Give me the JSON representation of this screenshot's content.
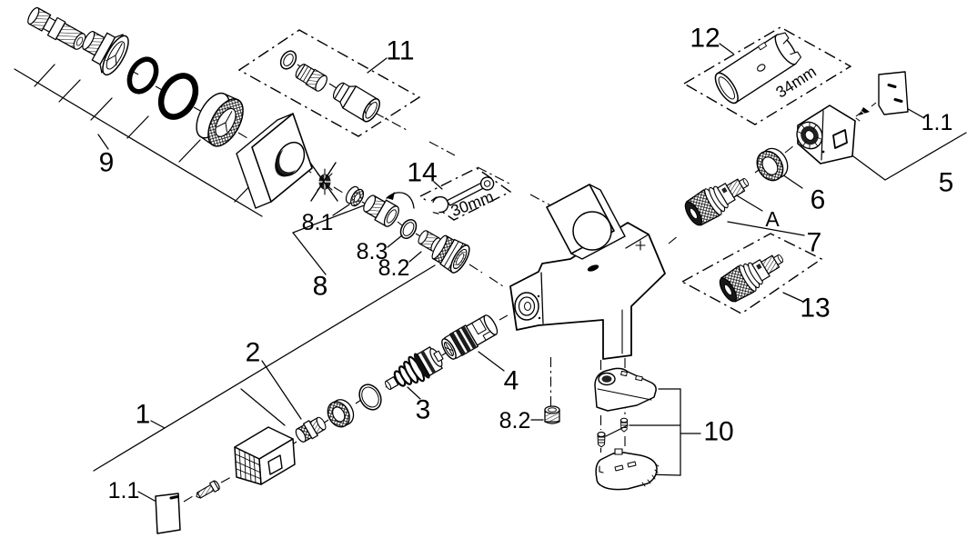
{
  "diagram": {
    "type": "exploded-parts-diagram",
    "background_color": "#ffffff",
    "line_color": "#000000"
  },
  "labels": {
    "part1": "1",
    "part1_1": "1.1",
    "part2": "2",
    "part3": "3",
    "part4": "4",
    "part5": "5",
    "part6": "6",
    "part7": "7",
    "part8": "8",
    "part8_1": "8.1",
    "part8_2": "8.2",
    "part8_3": "8.3",
    "part9": "9",
    "part10": "10",
    "part11": "11",
    "part12": "12",
    "part13": "13",
    "part14": "14",
    "letter_a": "A"
  },
  "dimensions": {
    "wrench_size": "30mm",
    "socket_size": "34mm"
  }
}
